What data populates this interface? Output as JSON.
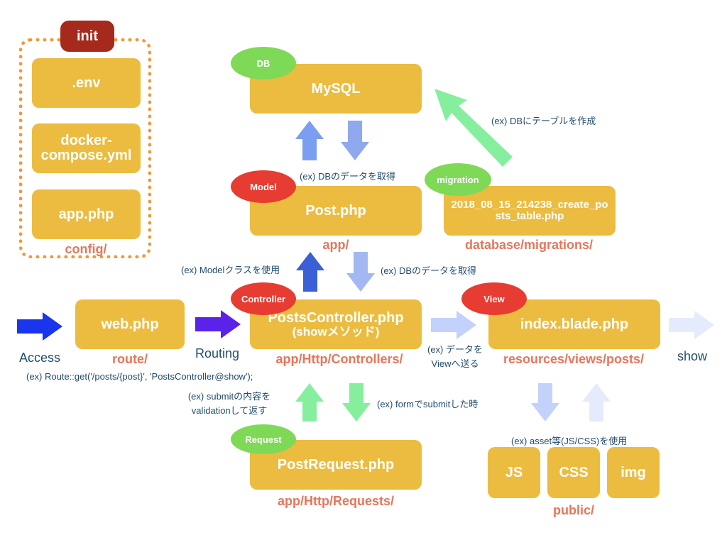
{
  "init": {
    "title": "init",
    "files": [
      ".env",
      "docker-compose.yml",
      "app.php"
    ],
    "dir": "config/"
  },
  "db": {
    "tag": "DB",
    "name": "MySQL"
  },
  "model": {
    "tag": "Model",
    "name": "Post.php",
    "dir": "app/"
  },
  "migration": {
    "tag": "migration",
    "name": "2018_08_15_214238_create_posts_table.php",
    "dir": "database/migrations/"
  },
  "controller": {
    "tag": "Controller",
    "name": "PostsController.php",
    "sub": "(showメソッド)",
    "dir": "app/Http/Controllers/"
  },
  "view": {
    "tag": "View",
    "name": "index.blade.php",
    "dir": "resources/views/posts/"
  },
  "route": {
    "name": "web.php",
    "dir": "route/"
  },
  "request": {
    "tag": "Request",
    "name": "PostRequest.php",
    "dir": "app/Http/Requests/"
  },
  "public": {
    "items": [
      "JS",
      "CSS",
      "img"
    ],
    "dir": "public/"
  },
  "labels": {
    "access": "Access",
    "routing": "Routing",
    "show": "show"
  },
  "notes": {
    "route_get": "(ex) Route::get('/posts/{post}', 'PostsController@show');",
    "db_create_table": "(ex) DBにテーブルを作成",
    "model_get_data": "(ex) DBのデータを取得",
    "use_model_class": "(ex) Modelクラスを使用",
    "controller_get_data": "(ex) DBのデータを取得",
    "send_to_view_1": "(ex) データを",
    "send_to_view_2": "Viewへ送る",
    "submit_validation_1": "(ex) submitの内容を",
    "submit_validation_2": "validationして返す",
    "form_submit": "(ex) formでsubmitした時",
    "use_assets": "(ex) asset等(JS/CSS)を使用"
  },
  "colors": {
    "box": "#ecbc40",
    "dir_label": "#e8755a",
    "note": "#234c6e",
    "tag_green": "#7ed957",
    "tag_red": "#e63c32",
    "init_title": "#a52a1c",
    "init_border": "#f0983a",
    "arrow_blue": "#1a35ee",
    "arrow_purple": "#5b22ea",
    "arrow_royal": "#3b5fd6",
    "arrow_periwinkle": "#90a8ee",
    "arrow_lightblue": "#c3d2fa",
    "arrow_faint": "#e4ebfc",
    "arrow_green": "#86ef9e"
  }
}
